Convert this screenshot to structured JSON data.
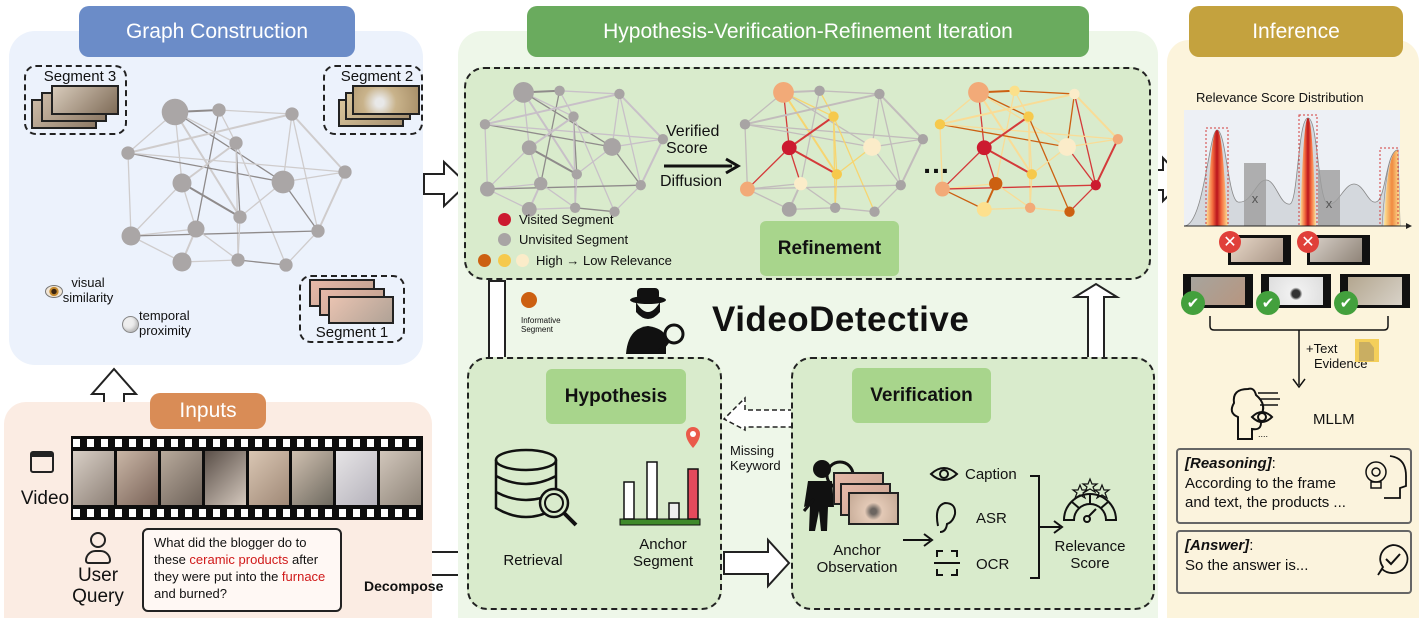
{
  "graph_construction": {
    "title": "Graph Construction",
    "segments": [
      "Segment 3",
      "Segment 2",
      "Segment 1"
    ],
    "edge_types": [
      {
        "icon": "eye-icon",
        "label_line1": "visual",
        "label_line2": "similarity"
      },
      {
        "icon": "clock-icon",
        "label_line1": "temporal",
        "label_line2": "proximity"
      }
    ]
  },
  "inputs": {
    "title": "Inputs",
    "video_label": "Video",
    "user_label_line1": "User",
    "user_label_line2": "Query",
    "query": {
      "part1": "What did the blogger do to these ",
      "highlight1": "ceramic products",
      "part2": " after they were put into the ",
      "highlight2": "furnace",
      "part3": " and burned?"
    },
    "decompose_label": "Decompose"
  },
  "iteration": {
    "title": "Hypothesis-Verification-Refinement Iteration",
    "refinement": {
      "tag": "Refinement",
      "arrow_label_line1": "Verified",
      "arrow_label_line2": "Score",
      "arrow_label_line3": "Diffusion",
      "ellipsis": "…",
      "legend": {
        "visited": "Visited Segment",
        "unvisited": "Unvisited Segment",
        "relevance": "High → Low Relevance"
      }
    },
    "brand": "VideoDetective",
    "informative_line1": "Informative",
    "informative_line2": "Segment",
    "hypothesis": {
      "tag": "Hypothesis",
      "retrieval": "Retrieval",
      "anchor_line1": "Anchor",
      "anchor_line2": "Segment"
    },
    "missing_line1": "Missing",
    "missing_line2": "Keyword",
    "verification": {
      "tag": "Verification",
      "observation_line1": "Anchor",
      "observation_line2": "Observation",
      "modalities": [
        "Caption",
        "ASR",
        "OCR"
      ],
      "score_line1": "Relevance",
      "score_line2": "Score"
    }
  },
  "inference": {
    "title": "Inference",
    "chart_title": "Relevance Score Distribution",
    "text_evidence_line1": "+Text",
    "text_evidence_line2": "Evidence",
    "mllm": "MLLM",
    "reasoning_title": "[Reasoning]",
    "reasoning_text": "According to the frame and text, the products ...",
    "answer_title": "[Answer]",
    "answer_text": "So the  answer is..."
  },
  "colors": {
    "graph_header": "#6b8cc8",
    "graph_panel": "#ecf2fc",
    "iter_header": "#6aab5e",
    "iter_panel": "#eef7e9",
    "iter_inner": "#d9ebcc",
    "tag": "#a8d58c",
    "inputs_header": "#d98c56",
    "inputs_panel": "#fbece3",
    "inference_header": "#c4a23e",
    "inference_panel": "#fcf4dc",
    "visited": "#cc1a30",
    "unvisited": "#a8a4a4",
    "relevance_high": "#cc6011",
    "relevance_mid": "#f6c94c",
    "relevance_low": "#fbecc9"
  }
}
